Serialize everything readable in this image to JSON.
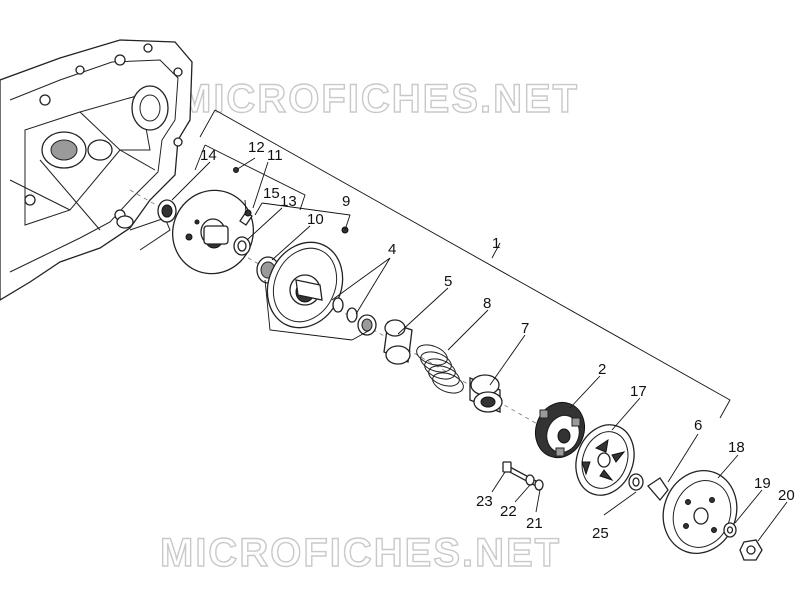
{
  "watermarks": {
    "top": "MICROFICHES.NET",
    "bottom": "MICROFICHES.NET"
  },
  "callouts": {
    "n1": "1",
    "n2": "2",
    "n4": "4",
    "n5": "5",
    "n6": "6",
    "n7": "7",
    "n8": "8",
    "n9": "9",
    "n10": "10",
    "n11": "11",
    "n12": "12",
    "n13": "13",
    "n14": "14",
    "n15": "15",
    "n17": "17",
    "n18": "18",
    "n19": "19",
    "n20": "20",
    "n21": "21",
    "n22": "22",
    "n23": "23",
    "n25": "25"
  },
  "colors": {
    "line": "#222222",
    "watermark": "#c9c9c9"
  }
}
